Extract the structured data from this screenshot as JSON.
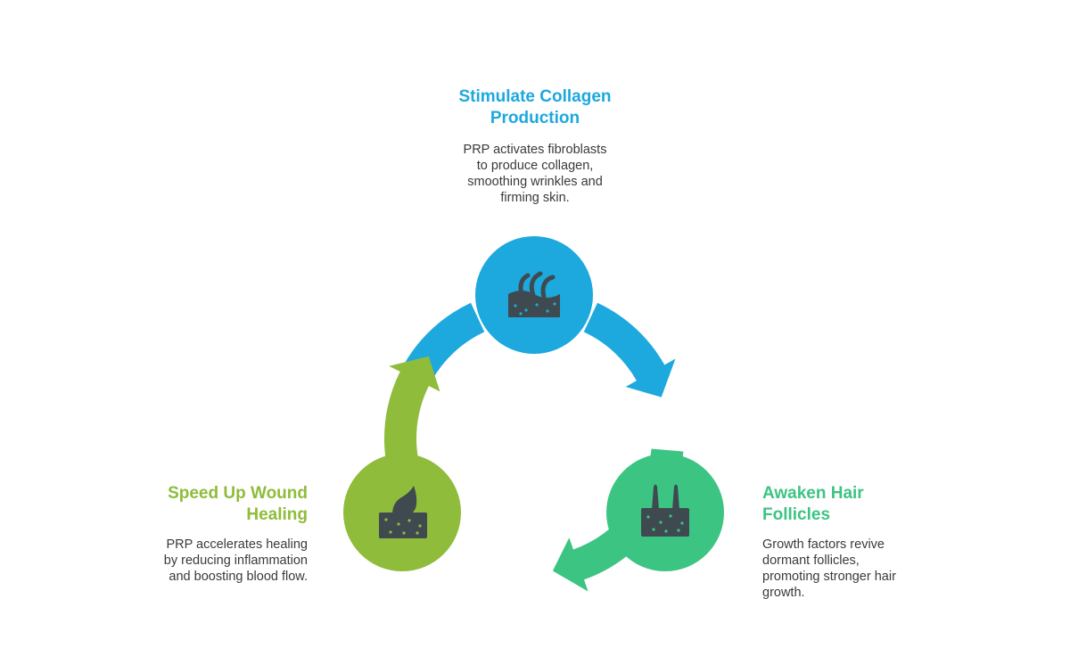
{
  "colors": {
    "blue": "#1da8de",
    "teal": "#3cc482",
    "green": "#8fbc3a",
    "icon_dark": "#3e4a4f"
  },
  "stages": [
    {
      "id": "collagen",
      "color_key": "blue",
      "icon": "skin-hair-strands-icon",
      "title_lines": [
        "Stimulate Collagen",
        "Production"
      ],
      "desc_lines": [
        "PRP activates fibroblasts",
        "to produce collagen,",
        "smoothing wrinkles and",
        "firming skin."
      ]
    },
    {
      "id": "hair",
      "color_key": "teal",
      "icon": "hair-follicle-icon",
      "title_lines": [
        "Awaken Hair",
        "Follicles"
      ],
      "desc_lines": [
        "Growth factors revive",
        "dormant follicles,",
        "promoting stronger hair",
        "growth."
      ]
    },
    {
      "id": "wound",
      "color_key": "green",
      "icon": "skin-droplet-icon",
      "title_lines": [
        "Speed Up Wound",
        "Healing"
      ],
      "desc_lines": [
        "PRP accelerates healing",
        "by reducing inflammation",
        "and boosting blood flow."
      ]
    }
  ]
}
